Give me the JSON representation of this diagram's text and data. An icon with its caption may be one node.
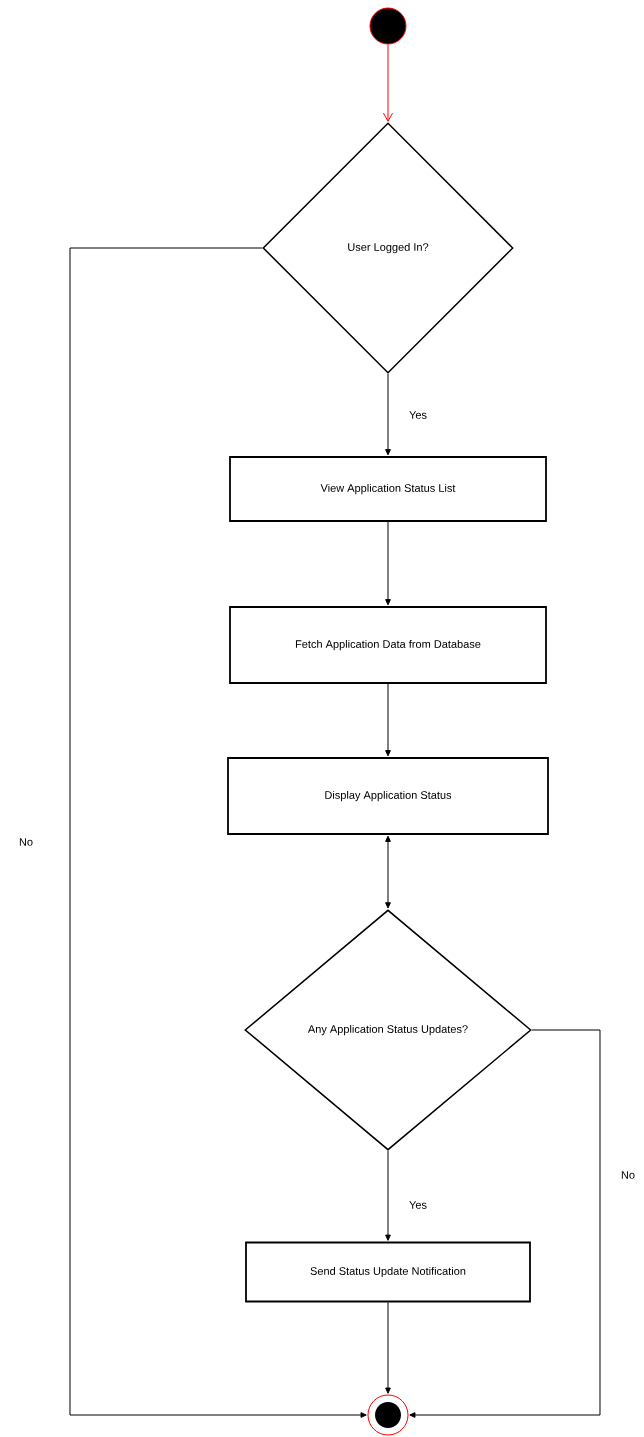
{
  "diagram": {
    "nodes": [
      {
        "text": [],
        "shape": "circle"
      },
      {
        "text": [
          "User Logged In?"
        ]
      },
      {
        "text": [
          "View Application Status List"
        ]
      },
      {
        "text": [
          "Fetch Application Data from Database"
        ]
      },
      {
        "text": [
          "Display Application Status"
        ]
      },
      {
        "text": [
          "Any Application Status Updates?"
        ]
      },
      {
        "text": [
          "Send Status Update Notification"
        ]
      },
      {
        "text": [],
        "shape": "circle"
      }
    ],
    "edges": [
      {
        "from": 0,
        "to": 1,
        "arrow": "to",
        "color": "#ff0000"
      },
      {
        "from": 1,
        "to": 2,
        "arrow": "to",
        "label": "Yes"
      },
      {
        "from": 2,
        "to": 3,
        "arrow": "to"
      },
      {
        "from": 3,
        "to": 4,
        "arrow": "to"
      },
      {
        "from": 4,
        "to": 5,
        "arrow": "both"
      },
      {
        "from": 5,
        "to": 6,
        "arrow": "to",
        "label": "Yes"
      },
      {
        "from": 6,
        "to": 7,
        "arrow": "to"
      },
      {
        "from": 1,
        "to": 7,
        "arrow": "to",
        "label": "No"
      },
      {
        "from": 5,
        "to": 7,
        "arrow": "to",
        "label": "No"
      }
    ]
  }
}
